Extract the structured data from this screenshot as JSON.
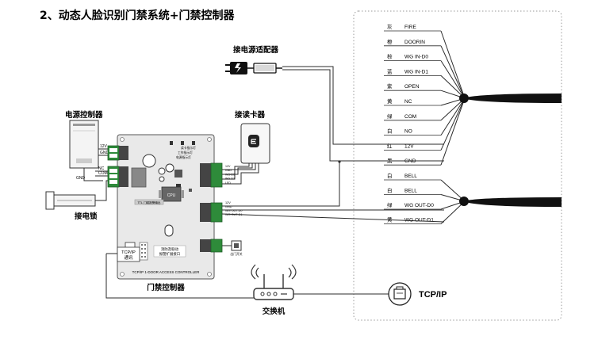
{
  "title": "2、动态人脸识别门禁系统+门禁控制器",
  "labels": {
    "power_adapter": "接电源适配器",
    "power_controller": "电源控制器",
    "card_reader": "接读卡器",
    "door_lock": "接电锁",
    "door_controller": "门禁控制器",
    "switch": "交换机",
    "tcpip_comm_line1": "TCP/IP",
    "tcpip_comm_line2": "通讯",
    "tcpip_port": "TCP/IP"
  },
  "psu_terminals": [
    "12V",
    "GND"
  ],
  "lock_terminals": [
    "NC",
    "COM",
    "GND"
  ],
  "board": {
    "cpu": "CPU",
    "bottom_text": "TCP/IP 1-DOOR ACCESS CONTROLLER",
    "ext_text_line1": "消防及联动",
    "ext_text_line2": "报警扩展接口",
    "led_label_1": "读卡指示灯",
    "led_label_2": "工作指示灯",
    "led_label_3": "电源指示灯",
    "relay_label": "TTL 门磁报警输出",
    "door_button": "出门开关",
    "reader_terminals": [
      "12V",
      "GND",
      "WG-D0",
      "WG-D1",
      "LED"
    ],
    "wg_terminals": [
      "12V",
      "GND",
      "WG OUT-D0",
      "WG OUT-D1"
    ]
  },
  "wires_group1": [
    {
      "color": "灰",
      "label": "FIRE"
    },
    {
      "color": "橙",
      "label": "DOORIN"
    },
    {
      "color": "棕",
      "label": "WG IN-D0"
    },
    {
      "color": "蓝",
      "label": "WG IN-D1"
    },
    {
      "color": "紫",
      "label": "OPEN"
    },
    {
      "color": "黄",
      "label": "NC"
    },
    {
      "color": "绿",
      "label": "COM"
    },
    {
      "color": "白",
      "label": "NO"
    },
    {
      "color": "红",
      "label": "12V"
    },
    {
      "color": "黑",
      "label": "GND"
    }
  ],
  "wires_group2": [
    {
      "color": "白",
      "label": "BELL"
    },
    {
      "color": "白",
      "label": "BELL"
    },
    {
      "color": "绿",
      "label": "WG OUT-D0"
    },
    {
      "color": "黄",
      "label": "WG OUT-D1"
    }
  ],
  "colors": {
    "line": "#2b2b2b",
    "board": "#e9e9e9",
    "terminal_green": "#2e8b3a",
    "dotted_frame": "#9a9a9a"
  }
}
